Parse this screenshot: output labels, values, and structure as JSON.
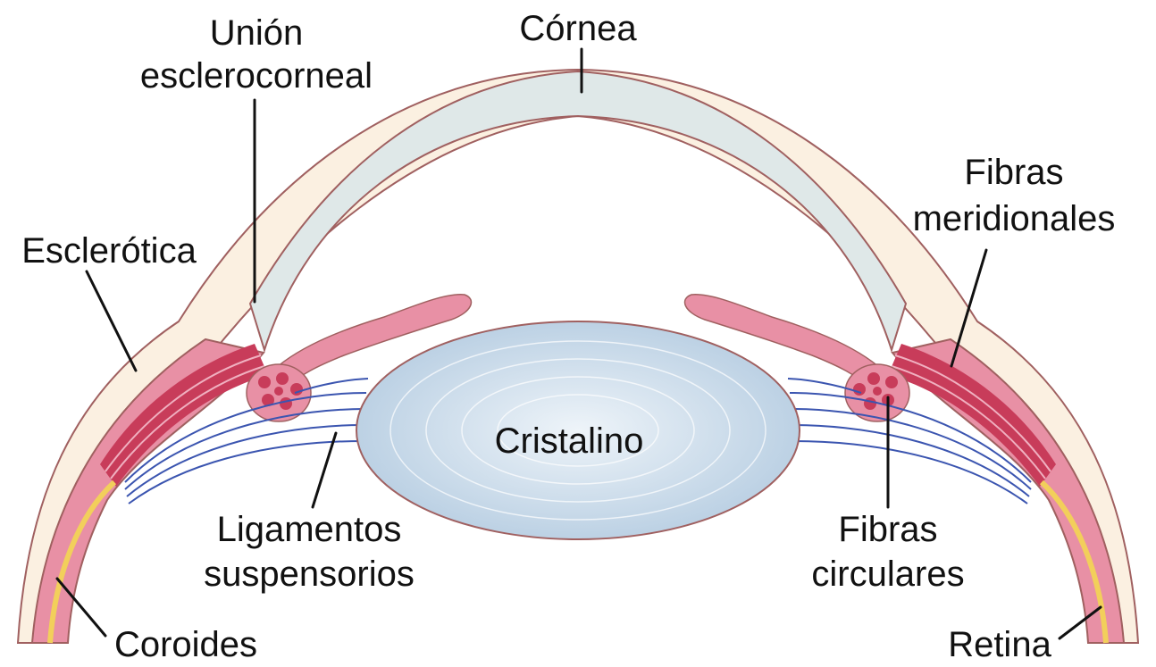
{
  "labels": {
    "union": [
      "Unión",
      "esclerocorneal"
    ],
    "cornea": "Córnea",
    "fibras_meridionales": [
      "Fibras",
      "meridionales"
    ],
    "esclerotica": "Esclerótica",
    "cristalino": "Cristalino",
    "ligamentos": [
      "Ligamentos",
      "suspensorios"
    ],
    "fibras_circulares": [
      "Fibras",
      "circulares"
    ],
    "coroides": "Coroides",
    "retina": "Retina"
  },
  "colors": {
    "sclera": "#fbf0e1",
    "cornea": "#dfe8e8",
    "outline": "#a06060",
    "ciliary": "#e890a5",
    "muscle_dark": "#c83c5a",
    "muscle_lines": "#f0b0c0",
    "retina": "#f2cf5b",
    "ligament": "#3b55b0",
    "lens": "#cfe0ee",
    "lens_lines": "#ffffff",
    "text": "#111111"
  }
}
